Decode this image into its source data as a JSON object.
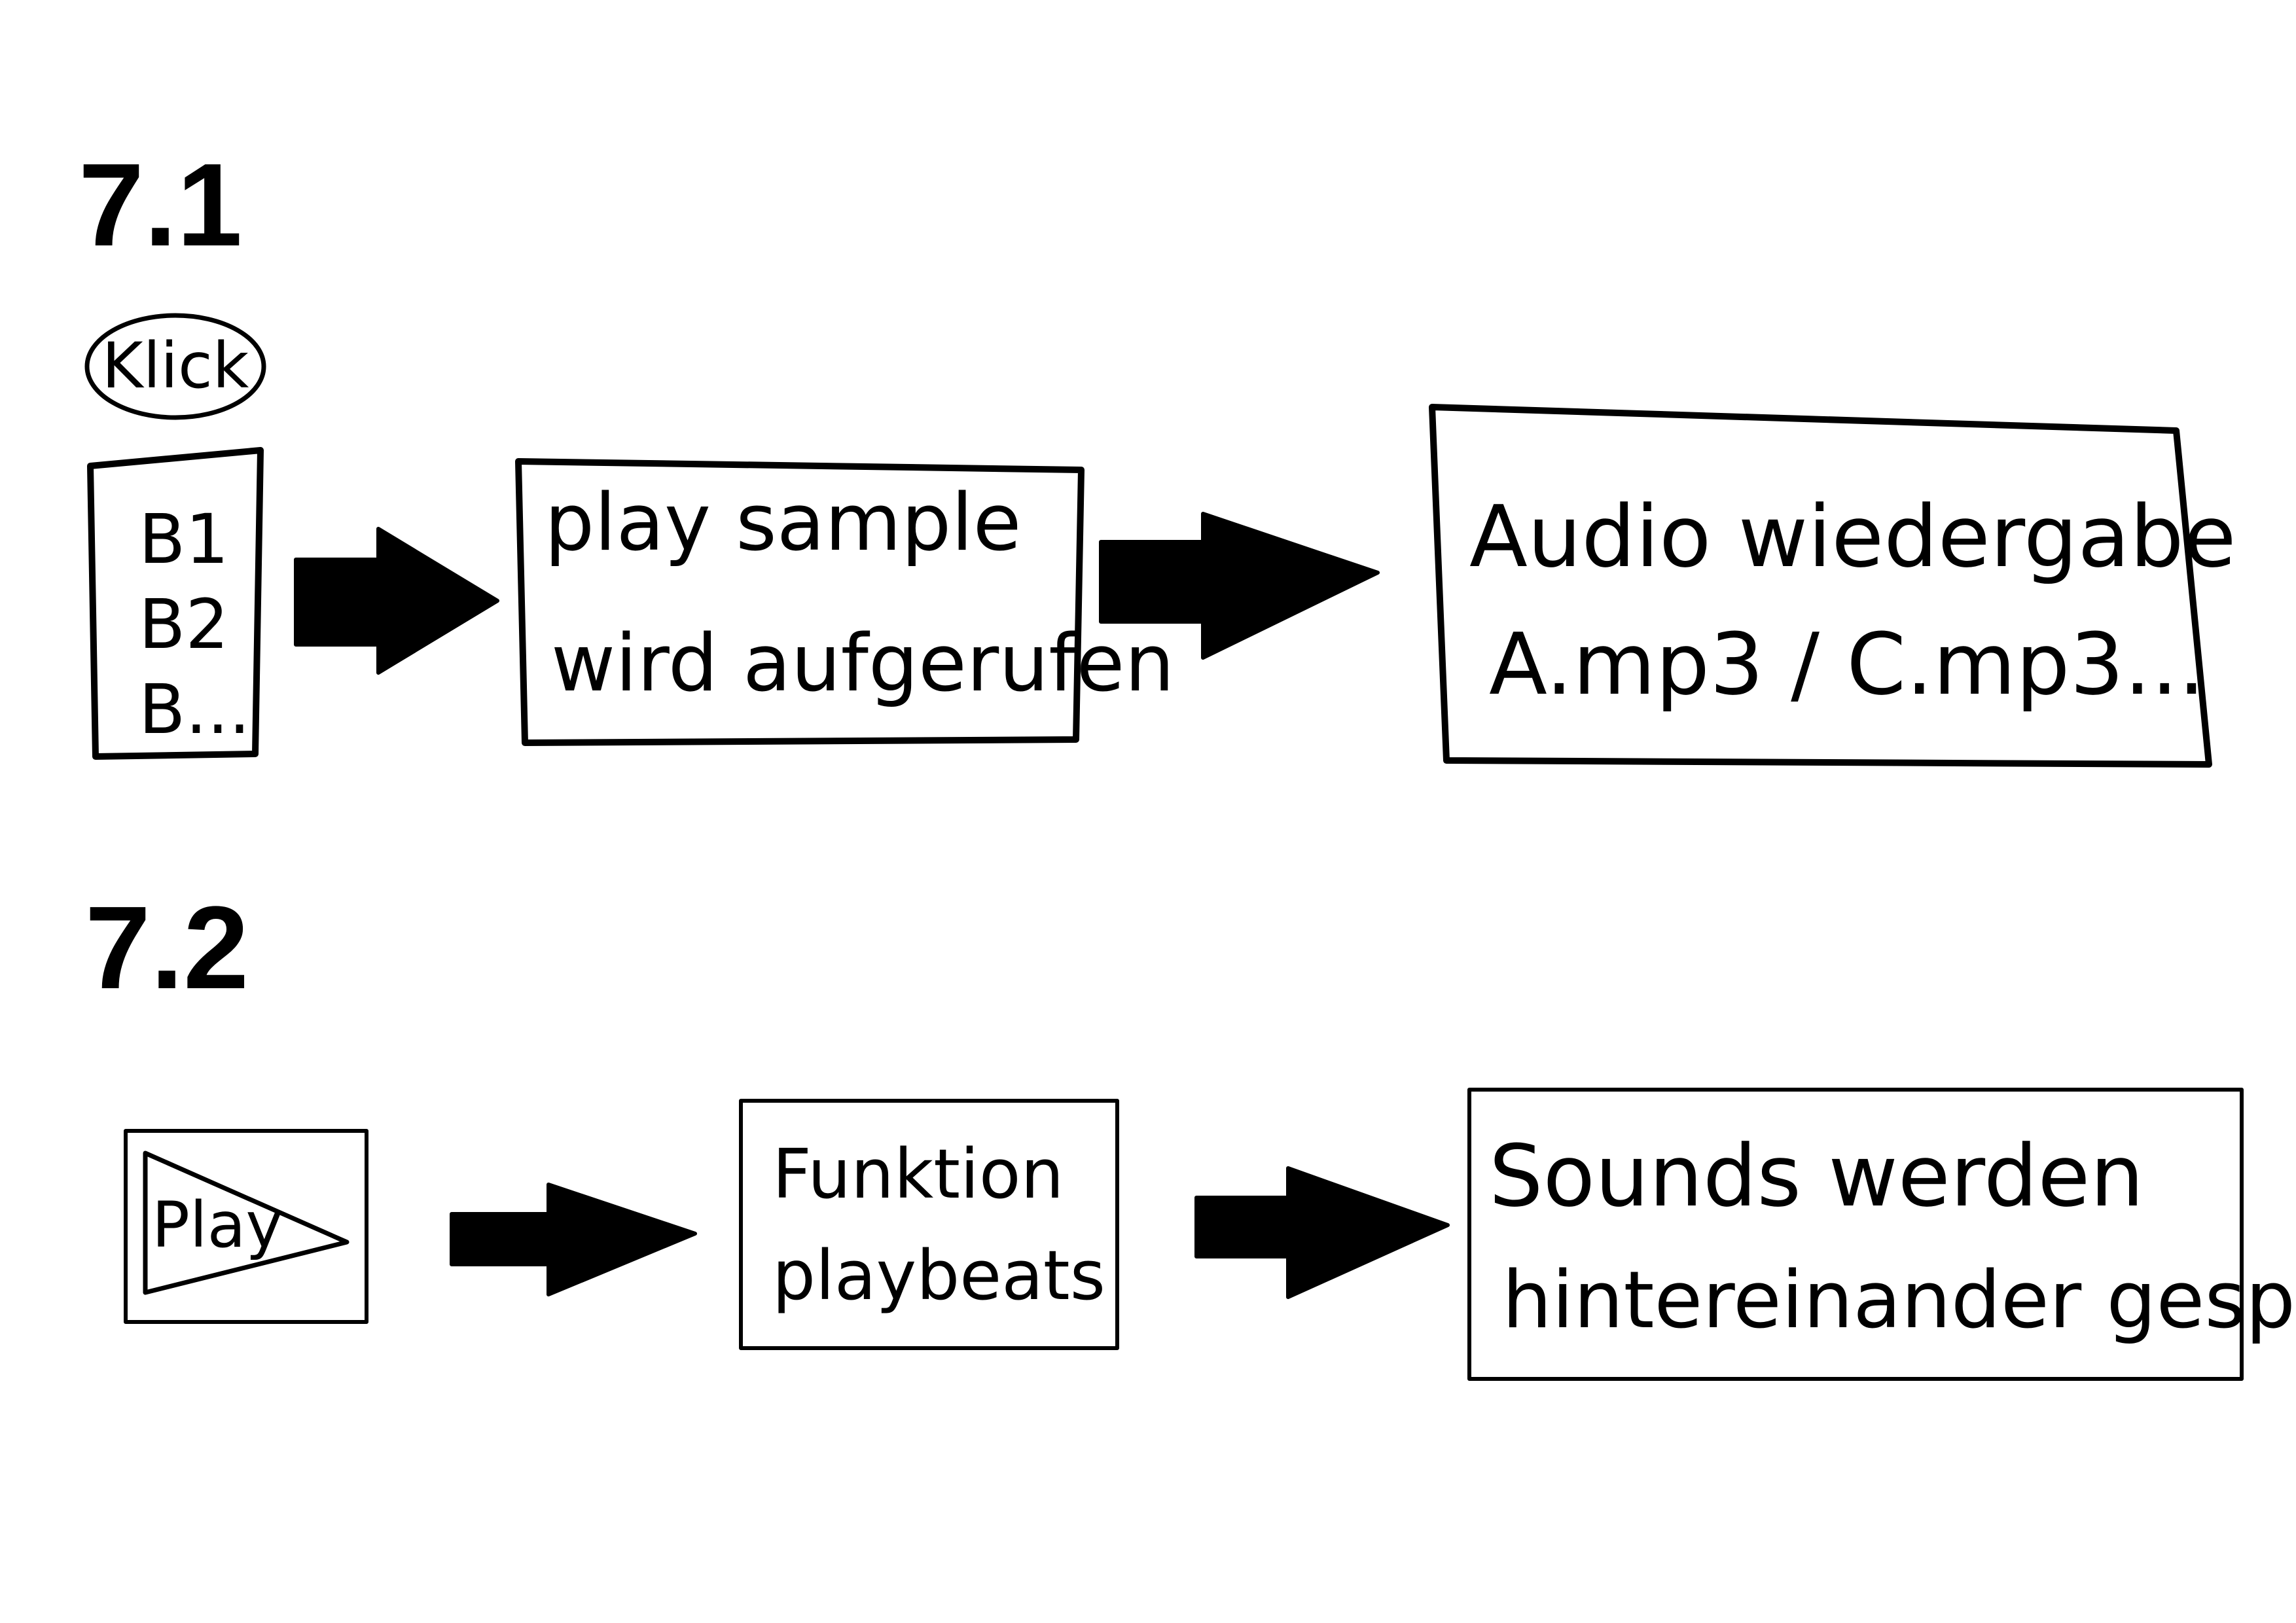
{
  "section_7_1": {
    "heading": "7.1",
    "trigger_label": "Klick",
    "buttons": [
      "B1",
      "B2",
      "B..."
    ],
    "step_function": [
      "play sample",
      "wird aufgerufen"
    ],
    "step_result": [
      "Audio wiedergabe",
      "A.mp3 / C.mp3..."
    ]
  },
  "section_7_2": {
    "heading": "7.2",
    "play_button_label": "Play",
    "step_function": [
      "Funktion",
      "playbeats"
    ],
    "step_result": [
      "Sounds werden",
      "hintereinander gespielt"
    ]
  },
  "colors": {
    "ink": "#000000",
    "paper": "#ffffff"
  }
}
